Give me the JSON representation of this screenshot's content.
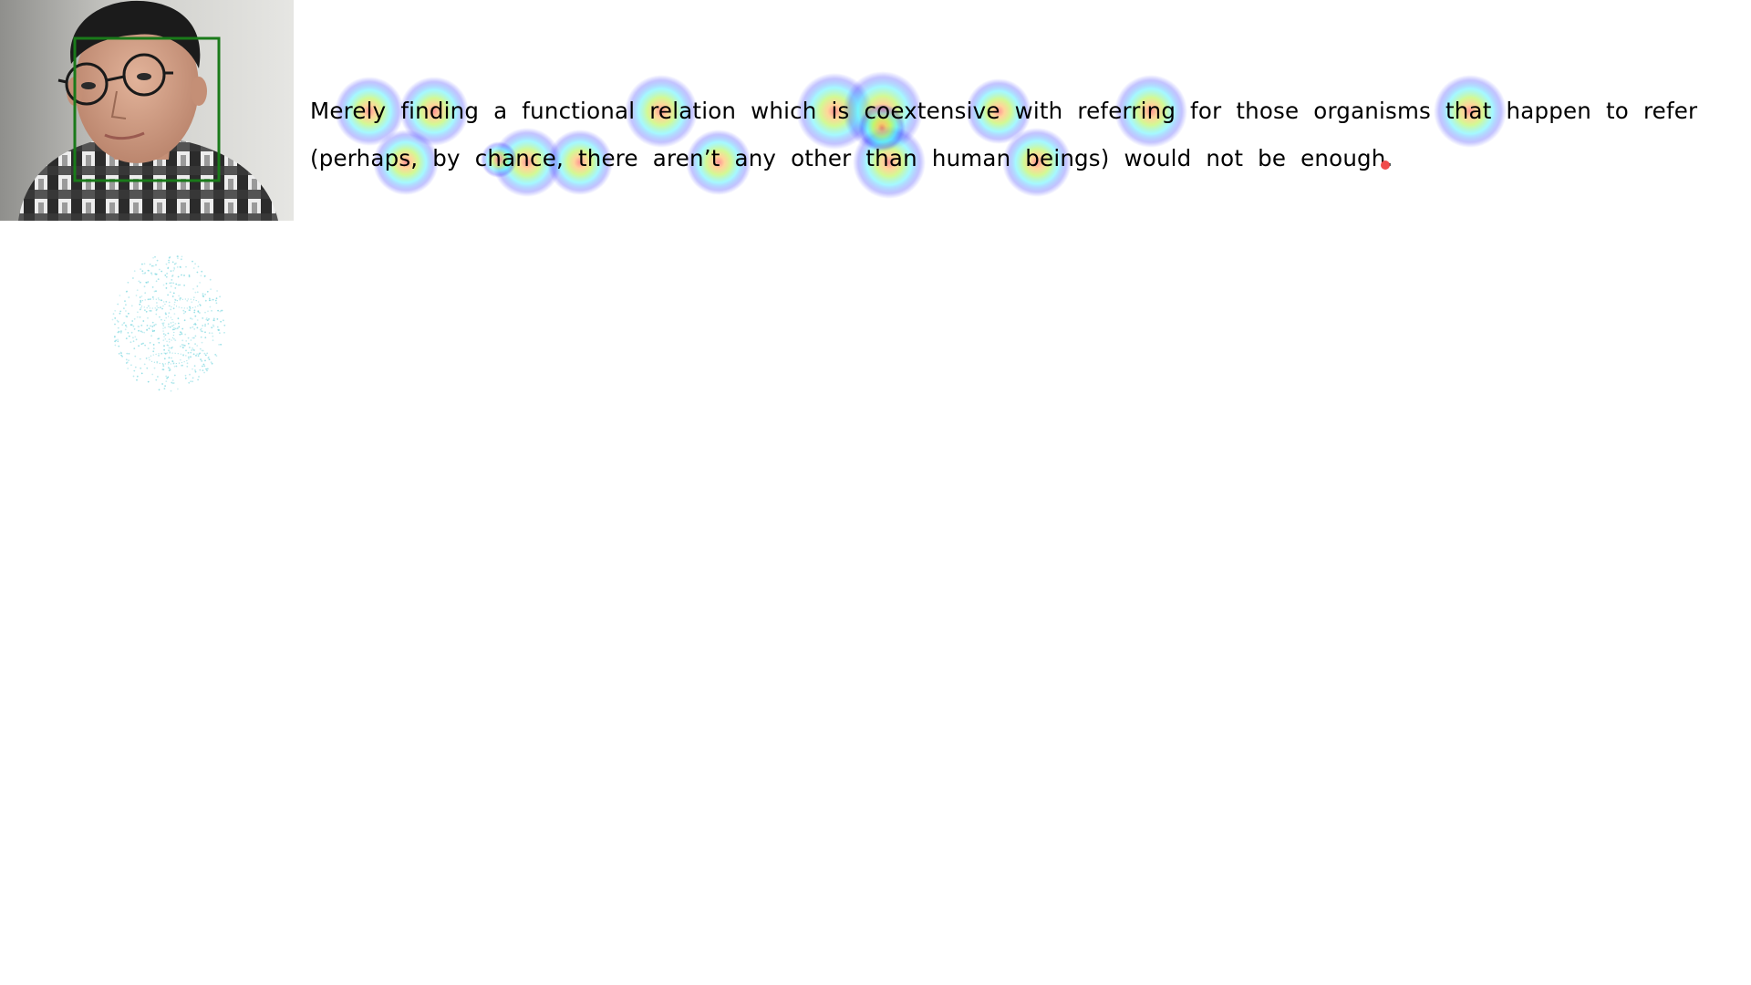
{
  "webcam": {
    "icon": "webcam-feed",
    "face_box_color": "#1a7a1a"
  },
  "face_mesh": {
    "icon": "face-mesh-points",
    "color": "#7fd8e0"
  },
  "reading": {
    "lines": [
      "Merely finding a functional relation which is coextensive with referring for those organisms that happen to refer",
      "(perhaps, by chance, there aren’t any other than human beings) would not be enough."
    ]
  },
  "heatmap": {
    "colors": [
      "#2a2aff",
      "#39f0ff",
      "#b6f54d",
      "#ffb347",
      "#ff3b3b"
    ]
  },
  "gaze_point": {
    "color": "#f04c4c"
  }
}
